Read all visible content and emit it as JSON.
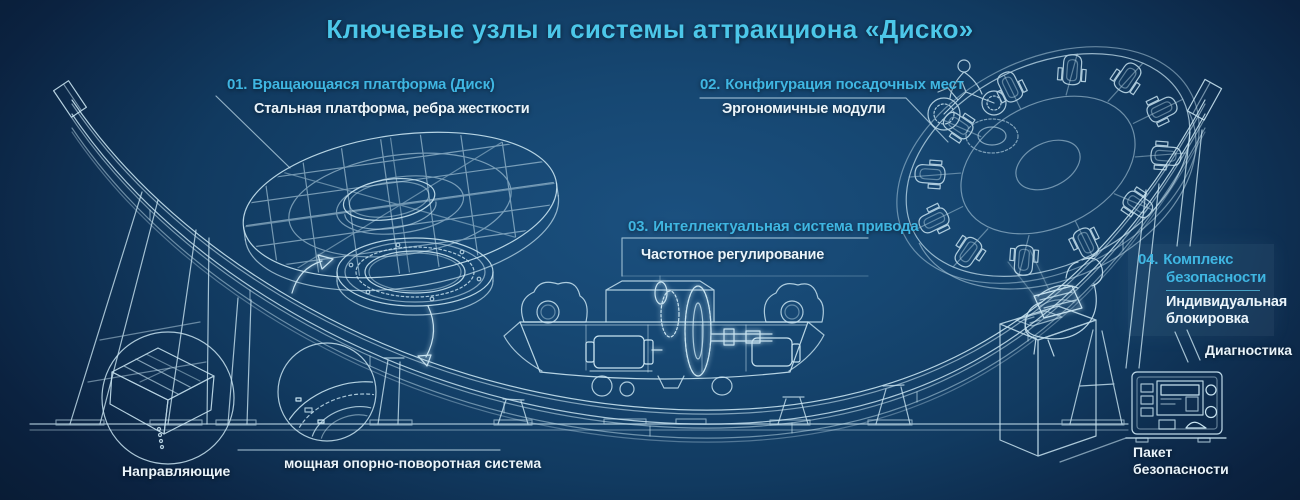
{
  "title": "Ключевые узлы и системы аттракциона «Диско»",
  "items": [
    {
      "number": "01.",
      "title": "Вращающаяся платформа (Диск)",
      "subtitle": "Стальная платформа, ребра жесткости"
    },
    {
      "number": "02.",
      "title": "Конфигурация посадочных мест",
      "subtitle": "Эргономичные модули"
    },
    {
      "number": "03.",
      "title": "Интеллектуальная система привода",
      "subtitle": "Частотное регулирование"
    },
    {
      "number": "04.",
      "title": "Комплекс безопасности",
      "subtitle": "Индивидуальная блокировка"
    }
  ],
  "annotations": {
    "diagnostics": "Диагностика",
    "safety_package": "Пакет безопасности",
    "guides": "Направляющие",
    "slewing_system": "мощная опорно-поворотная система"
  },
  "colors": {
    "background_center": "#1b507f",
    "background_edge": "#081a31",
    "accent_cyan": "#3fb6e2",
    "title_cyan": "#4cc7e9",
    "line_art": "#c8e3f0",
    "highlight": "#3fd9f4",
    "text_white": "#eaf4fa"
  }
}
